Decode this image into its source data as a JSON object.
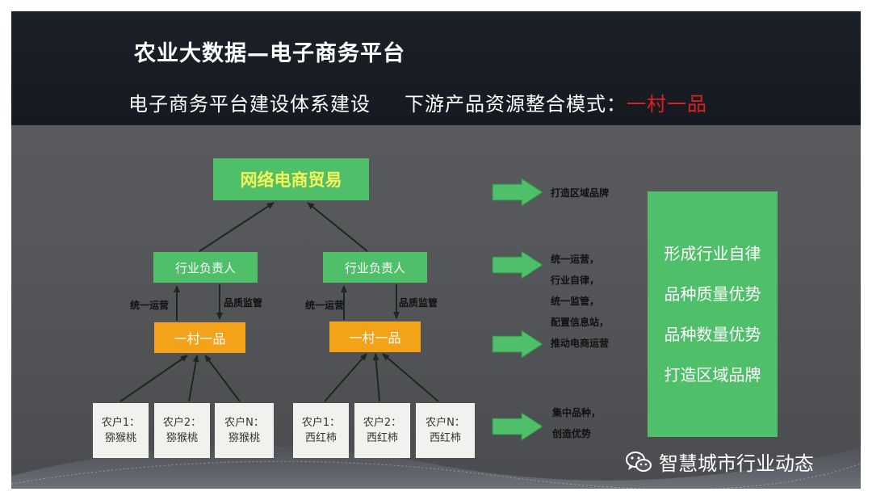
{
  "header": {
    "title": "农业大数据—电子商务平台",
    "subtitle_left": "电子商务平台建设体系建设",
    "subtitle_right_prefix": "下游产品资源整合模式：",
    "subtitle_right_highlight": "一村一品"
  },
  "diagram": {
    "top_node": "网络电商贸易",
    "managers": [
      "行业负责人",
      "行业负责人"
    ],
    "villages": [
      "一村一品",
      "一村一品"
    ],
    "edge_labels": {
      "up": "统一运营",
      "down": "品质监管"
    },
    "farmers": [
      {
        "name": "农户1：",
        "crop": "猕猴桃"
      },
      {
        "name": "农户2：",
        "crop": "猕猴桃"
      },
      {
        "name": "农户N：",
        "crop": "猕猴桃"
      },
      {
        "name": "农户1：",
        "crop": "西红柿"
      },
      {
        "name": "农户2：",
        "crop": "西红柿"
      },
      {
        "name": "农户N：",
        "crop": "西红柿"
      }
    ]
  },
  "right_notes": {
    "note1": "打造区域品牌",
    "note2": [
      "统一运营，",
      "行业自律，",
      "统一监管，",
      "配置信息站，",
      "推动电商运营"
    ],
    "note3": [
      "集中品种，",
      "创造优势"
    ]
  },
  "summary": [
    "形成行业自律",
    "品种质量优势",
    "品种数量优势",
    "打造区域品牌"
  ],
  "watermark": {
    "text": "智慧城市行业动态",
    "icon": "wechat-icon"
  },
  "colors": {
    "green": "#4fbf6a",
    "orange": "#f3a21a",
    "highlight_red": "#e02020",
    "header_bg": "#1b2128",
    "slide_bg": "#56585c"
  }
}
